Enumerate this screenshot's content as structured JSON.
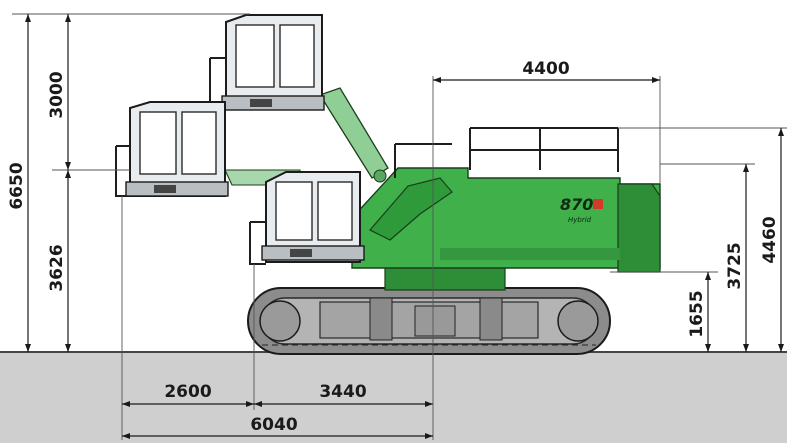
{
  "drawing": {
    "dimensions": {
      "max_cab_height": "6650",
      "cab_raise_upper": "3000",
      "cab_eye_height": "3626",
      "upper_width": "4400",
      "upper_height": "4460",
      "counterweight_height": "3725",
      "ground_clearance": "1655",
      "cab_forward_offset": "2600",
      "cab_to_center": "3440",
      "overall_reach": "6040"
    },
    "model_badge": "870",
    "model_badge_sub": "Hybrid"
  },
  "colors": {
    "machine_green": "#3fb04a",
    "ground": "#cfcfcf",
    "line": "#1a1a1a"
  }
}
